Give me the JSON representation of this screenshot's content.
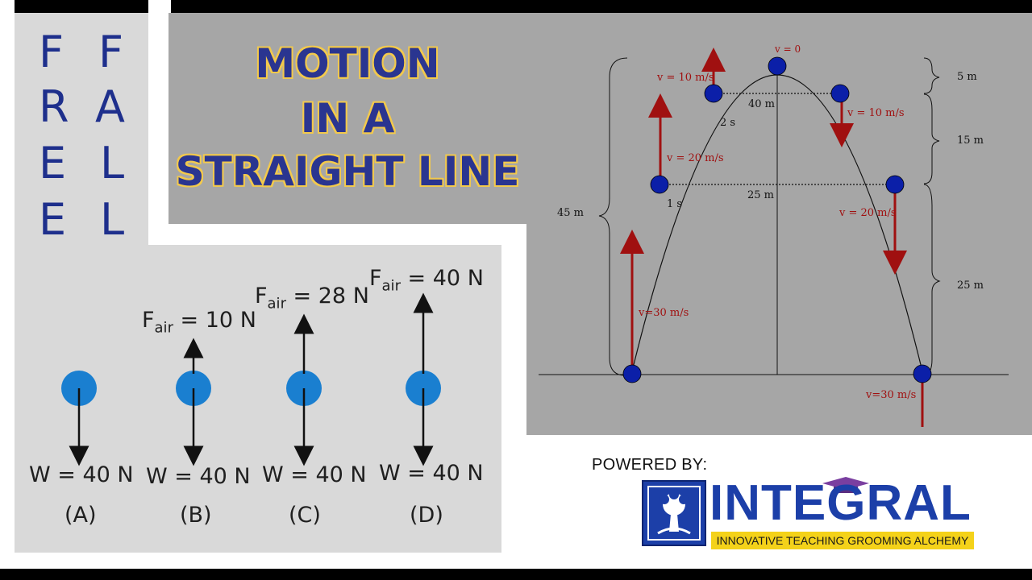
{
  "free_fall": {
    "col1": [
      "F",
      "R",
      "E",
      "E"
    ],
    "col2": [
      "F",
      "A",
      "L",
      "L"
    ]
  },
  "title": {
    "line1": "MOTION",
    "line2": "IN A",
    "line3": "STRAIGHT LINE"
  },
  "forces": [
    {
      "weight": "W = 40 N",
      "label": "(A)",
      "air": null
    },
    {
      "weight": "W = 40 N",
      "label": "(B)",
      "air": {
        "prefix": "F",
        "sub": "air",
        "value": " = 10 N"
      }
    },
    {
      "weight": "W = 40 N",
      "label": "(C)",
      "air": {
        "prefix": "F",
        "sub": "air",
        "value": " = 28 N"
      }
    },
    {
      "weight": "W = 40 N",
      "label": "(D)",
      "air": {
        "prefix": "F",
        "sub": "air",
        "value": " = 40 N"
      }
    }
  ],
  "motion": {
    "v0": "v = 0",
    "v10_up": "v = 10 m/s",
    "v10_down": "v = 10 m/s",
    "v20_up": "v = 20 m/s",
    "v20_down": "v = 20 m/s",
    "v30_up": "v=30 m/s",
    "v30_down": "v=30 m/s",
    "t2": "2 s",
    "t1": "1 s",
    "d40": "40 m",
    "d25": "25 m",
    "h45": "45 m",
    "h5": "5 m",
    "h15": "15 m",
    "h25": "25 m"
  },
  "branding": {
    "powered_by": "POWERED BY:",
    "name": "INTEGRAL",
    "tagline": "INNOVATIVE TEACHING GROOMING ALCHEMY"
  },
  "colors": {
    "title_blue": "#2a3590",
    "title_outline": "#f2c94c",
    "ball_blue": "#0b1fa8",
    "force_ball": "#1a7fd0",
    "velocity_red": "#a01010",
    "integral_blue": "#1c3fa8",
    "tagline_yellow": "#f4d21a"
  }
}
